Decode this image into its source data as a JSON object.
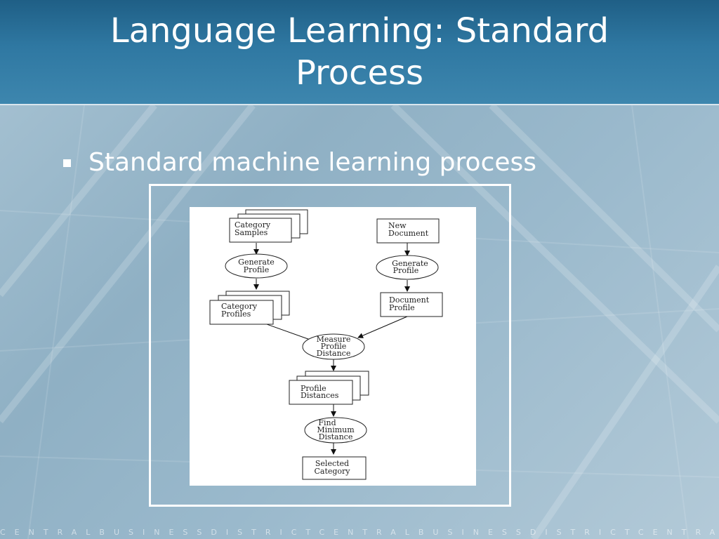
{
  "slide": {
    "title": "Language Learning: Standard\nProcess",
    "bullet": "Standard machine learning process",
    "footer": "CENTRALBUSINESSDISTRICTCENTRALBUSINESSDISTRICTCENTRALBUSINESSDISTRICTCENTRA"
  },
  "diagram": {
    "category_samples": [
      "Category",
      "Samples"
    ],
    "generate_profile_left": [
      "Generate",
      "Profile"
    ],
    "category_profiles": [
      "Category",
      "Profiles"
    ],
    "new_document": [
      "New",
      "Document"
    ],
    "generate_profile_right": [
      "Generate",
      "Profile"
    ],
    "document_profile": [
      "Document",
      "Profile"
    ],
    "measure_profile_distance": [
      "Measure",
      "Profile",
      "Distance"
    ],
    "profile_distances": [
      "Profile",
      "Distances"
    ],
    "find_minimum_distance": [
      "Find",
      "Minimum",
      "Distance"
    ],
    "selected_category": [
      "Selected",
      "Category"
    ]
  },
  "colors": {
    "title_bar": "#2f78a2",
    "background": "#9ab9cc",
    "text": "#ffffff"
  }
}
